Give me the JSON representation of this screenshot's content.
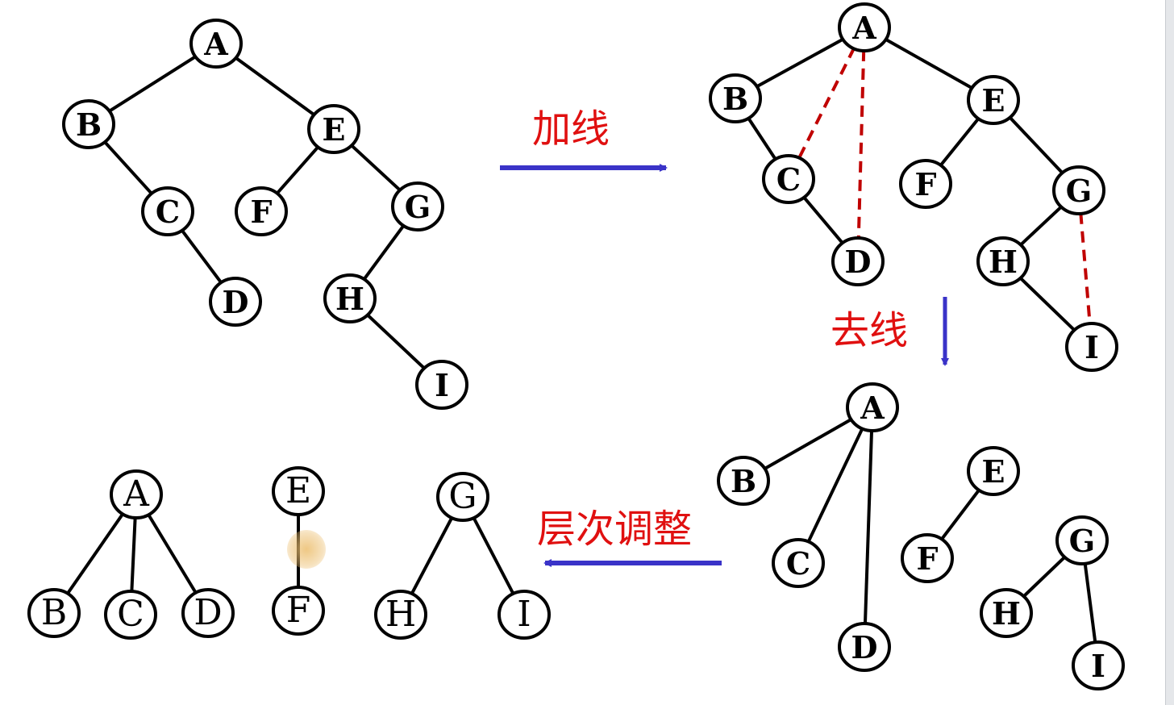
{
  "labels": {
    "add_lines": "加线",
    "remove_lines": "去线",
    "level_adjust": "层次调整"
  },
  "colors": {
    "edge": "#000000",
    "added_edge": "#c00000",
    "arrow": "#3a33c8",
    "label": "#e01010"
  },
  "trees": [
    {
      "id": "original-binary-tree",
      "font": "bold",
      "nodes": [
        {
          "id": "A",
          "label": "A"
        },
        {
          "id": "B",
          "label": "B"
        },
        {
          "id": "E",
          "label": "E"
        },
        {
          "id": "C",
          "label": "C"
        },
        {
          "id": "F",
          "label": "F"
        },
        {
          "id": "G",
          "label": "G"
        },
        {
          "id": "D",
          "label": "D"
        },
        {
          "id": "H",
          "label": "H"
        },
        {
          "id": "I",
          "label": "I"
        }
      ],
      "edges": [
        [
          "A",
          "B"
        ],
        [
          "A",
          "E"
        ],
        [
          "B",
          "C"
        ],
        [
          "C",
          "D"
        ],
        [
          "E",
          "F"
        ],
        [
          "E",
          "G"
        ],
        [
          "G",
          "H"
        ],
        [
          "H",
          "I"
        ]
      ],
      "dashed_edges": []
    },
    {
      "id": "tree-with-added-lines",
      "font": "bold",
      "nodes": [
        {
          "id": "A",
          "label": "A"
        },
        {
          "id": "B",
          "label": "B"
        },
        {
          "id": "E",
          "label": "E"
        },
        {
          "id": "C",
          "label": "C"
        },
        {
          "id": "F",
          "label": "F"
        },
        {
          "id": "G",
          "label": "G"
        },
        {
          "id": "D",
          "label": "D"
        },
        {
          "id": "H",
          "label": "H"
        },
        {
          "id": "I",
          "label": "I"
        }
      ],
      "edges": [
        [
          "A",
          "B"
        ],
        [
          "A",
          "E"
        ],
        [
          "B",
          "C"
        ],
        [
          "C",
          "D"
        ],
        [
          "E",
          "F"
        ],
        [
          "E",
          "G"
        ],
        [
          "G",
          "H"
        ],
        [
          "H",
          "I"
        ]
      ],
      "dashed_edges": [
        [
          "A",
          "C"
        ],
        [
          "A",
          "D"
        ],
        [
          "G",
          "I"
        ]
      ]
    },
    {
      "id": "tree-with-removed-lines",
      "font": "bold",
      "nodes": [
        {
          "id": "A",
          "label": "A"
        },
        {
          "id": "B",
          "label": "B"
        },
        {
          "id": "C",
          "label": "C"
        },
        {
          "id": "D",
          "label": "D"
        },
        {
          "id": "E",
          "label": "E"
        },
        {
          "id": "F",
          "label": "F"
        },
        {
          "id": "G",
          "label": "G"
        },
        {
          "id": "H",
          "label": "H"
        },
        {
          "id": "I",
          "label": "I"
        }
      ],
      "edges": [
        [
          "A",
          "B"
        ],
        [
          "A",
          "C"
        ],
        [
          "A",
          "D"
        ],
        [
          "E",
          "F"
        ],
        [
          "G",
          "H"
        ],
        [
          "G",
          "I"
        ]
      ],
      "dashed_edges": []
    },
    {
      "id": "forest-after-adjustment",
      "font": "normal",
      "nodes": [
        {
          "id": "A",
          "label": "A"
        },
        {
          "id": "B",
          "label": "B"
        },
        {
          "id": "C",
          "label": "C"
        },
        {
          "id": "D",
          "label": "D"
        },
        {
          "id": "E",
          "label": "E"
        },
        {
          "id": "F",
          "label": "F"
        },
        {
          "id": "G",
          "label": "G"
        },
        {
          "id": "H",
          "label": "H"
        },
        {
          "id": "I",
          "label": "I"
        }
      ],
      "edges": [
        [
          "A",
          "B"
        ],
        [
          "A",
          "C"
        ],
        [
          "A",
          "D"
        ],
        [
          "E",
          "F"
        ],
        [
          "G",
          "H"
        ],
        [
          "G",
          "I"
        ]
      ],
      "dashed_edges": []
    }
  ]
}
